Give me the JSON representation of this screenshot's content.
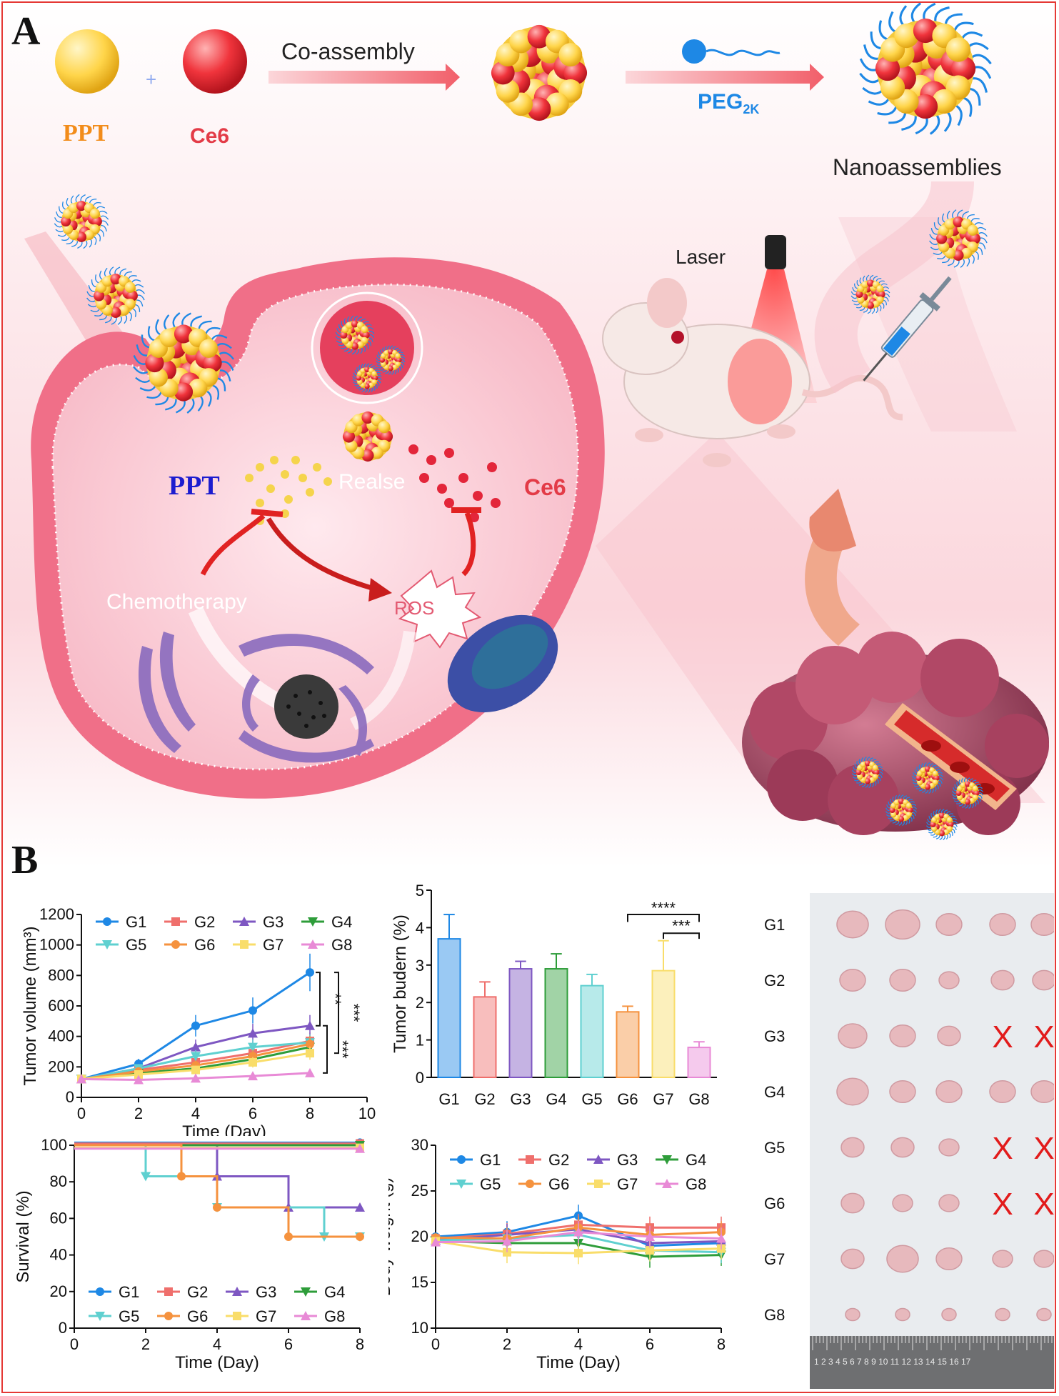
{
  "panel_a": {
    "label": "A",
    "ppt_label": "PPT",
    "ce6_label": "Ce6",
    "plus": "+",
    "coassembly_label": "Co-assembly",
    "peg_label": "PEG",
    "peg_sub": "2K",
    "nanoassemblies_label": "Nanoassemblies",
    "laser_label": "Laser",
    "ppt_cell_label": "PPT",
    "realse_label": "Realse",
    "ce6_cell_label": "Ce6",
    "chemo_label": "Chemotherapy",
    "ros_label": "ROS"
  },
  "panel_b": {
    "label": "B",
    "photo_rows": [
      "G1",
      "G2",
      "G3",
      "G4",
      "G5",
      "G6",
      "G7",
      "G8"
    ],
    "photo_x_mark": "X",
    "ruler_digits": "1 2 3 4 5 6 7 8 9 10 11 12 13 14 15 16 17"
  },
  "colors": {
    "G1": "#1e88e5",
    "G2": "#ef6f6c",
    "G3": "#7e57c2",
    "G4": "#2e9d3a",
    "G5": "#5fd0d0",
    "G6": "#f5923e",
    "G7": "#f9dd6a",
    "G8": "#e88ad6"
  },
  "chart_data": [
    {
      "id": "tumor_volume",
      "type": "line",
      "xlabel": "Time (Day)",
      "ylabel": "Tumor volume (mm³)",
      "xlim": [
        0,
        10
      ],
      "ylim": [
        0,
        1200
      ],
      "xticks": [
        0,
        2,
        4,
        6,
        8,
        10
      ],
      "yticks": [
        0,
        200,
        400,
        600,
        800,
        1000,
        1200
      ],
      "x": [
        0,
        2,
        4,
        6,
        8
      ],
      "series": [
        {
          "name": "G1",
          "values": [
            120,
            220,
            470,
            570,
            820
          ]
        },
        {
          "name": "G2",
          "values": [
            120,
            180,
            230,
            290,
            370
          ]
        },
        {
          "name": "G3",
          "values": [
            120,
            190,
            330,
            420,
            470
          ]
        },
        {
          "name": "G4",
          "values": [
            120,
            160,
            190,
            250,
            330
          ]
        },
        {
          "name": "G5",
          "values": [
            120,
            190,
            270,
            330,
            360
          ]
        },
        {
          "name": "G6",
          "values": [
            120,
            170,
            210,
            270,
            350
          ]
        },
        {
          "name": "G7",
          "values": [
            120,
            150,
            180,
            230,
            290
          ]
        },
        {
          "name": "G8",
          "values": [
            120,
            115,
            125,
            140,
            160
          ]
        }
      ],
      "significance": [
        "**",
        "***",
        "***"
      ]
    },
    {
      "id": "tumor_burden",
      "type": "bar",
      "ylabel": "Tumor budern (%)",
      "ylim": [
        0,
        5
      ],
      "yticks": [
        0,
        1,
        2,
        3,
        4,
        5
      ],
      "categories": [
        "G1",
        "G2",
        "G3",
        "G4",
        "G5",
        "G6",
        "G7",
        "G8"
      ],
      "values": [
        3.7,
        2.15,
        2.9,
        2.9,
        2.45,
        1.75,
        2.85,
        0.8
      ],
      "errors": [
        0.65,
        0.4,
        0.2,
        0.4,
        0.3,
        0.15,
        0.8,
        0.15
      ],
      "significance": [
        "****",
        "***"
      ]
    },
    {
      "id": "survival",
      "type": "line",
      "xlabel": "Time (Day)",
      "ylabel": "Survival (%)",
      "xlim": [
        0,
        8
      ],
      "ylim": [
        0,
        100
      ],
      "xticks": [
        0,
        2,
        4,
        6,
        8
      ],
      "yticks": [
        0,
        20,
        40,
        60,
        80,
        100
      ],
      "series": [
        {
          "name": "G1",
          "steps": [
            [
              0,
              100
            ],
            [
              8,
              100
            ]
          ]
        },
        {
          "name": "G2",
          "steps": [
            [
              0,
              100
            ],
            [
              8,
              100
            ]
          ]
        },
        {
          "name": "G3",
          "steps": [
            [
              0,
              100
            ],
            [
              4,
              100
            ],
            [
              4,
              83
            ],
            [
              6,
              83
            ],
            [
              6,
              66
            ],
            [
              8,
              66
            ]
          ]
        },
        {
          "name": "G4",
          "steps": [
            [
              0,
              100
            ],
            [
              8,
              100
            ]
          ]
        },
        {
          "name": "G5",
          "steps": [
            [
              0,
              100
            ],
            [
              2,
              100
            ],
            [
              2,
              83
            ],
            [
              4,
              83
            ],
            [
              4,
              66
            ],
            [
              7,
              66
            ],
            [
              7,
              50
            ],
            [
              8,
              50
            ]
          ]
        },
        {
          "name": "G6",
          "steps": [
            [
              0,
              100
            ],
            [
              3,
              100
            ],
            [
              3,
              83
            ],
            [
              4,
              83
            ],
            [
              4,
              66
            ],
            [
              6,
              66
            ],
            [
              6,
              50
            ],
            [
              8,
              50
            ]
          ]
        },
        {
          "name": "G7",
          "steps": [
            [
              0,
              100
            ],
            [
              8,
              100
            ]
          ]
        },
        {
          "name": "G8",
          "steps": [
            [
              0,
              100
            ],
            [
              8,
              100
            ]
          ]
        }
      ]
    },
    {
      "id": "body_weight",
      "type": "line",
      "xlabel": "Time (Day)",
      "ylabel": "Body weight (g)",
      "xlim": [
        0,
        8
      ],
      "ylim": [
        10,
        30
      ],
      "xticks": [
        0,
        2,
        4,
        6,
        8
      ],
      "yticks": [
        10,
        15,
        20,
        25,
        30
      ],
      "x": [
        0,
        2,
        4,
        6,
        8
      ],
      "series": [
        {
          "name": "G1",
          "values": [
            20.0,
            20.5,
            22.3,
            19.0,
            19.3
          ]
        },
        {
          "name": "G2",
          "values": [
            19.8,
            20.3,
            21.3,
            21.0,
            21.0
          ]
        },
        {
          "name": "G3",
          "values": [
            19.6,
            20.2,
            20.8,
            19.3,
            19.5
          ]
        },
        {
          "name": "G4",
          "values": [
            19.5,
            19.3,
            19.3,
            17.8,
            18.0
          ]
        },
        {
          "name": "G5",
          "values": [
            19.6,
            19.8,
            20.2,
            18.5,
            18.3
          ]
        },
        {
          "name": "G6",
          "values": [
            19.9,
            19.8,
            21.0,
            20.2,
            20.5
          ]
        },
        {
          "name": "G7",
          "values": [
            19.5,
            18.3,
            18.2,
            18.5,
            18.7
          ]
        },
        {
          "name": "G8",
          "values": [
            19.4,
            19.5,
            20.5,
            20.0,
            19.8
          ]
        }
      ]
    }
  ]
}
